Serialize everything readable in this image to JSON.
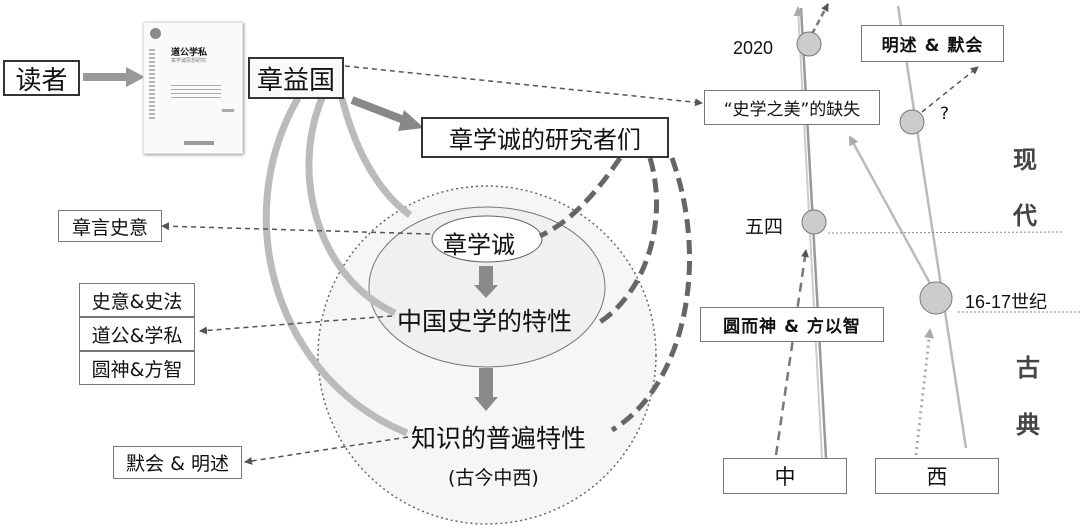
{
  "reader": "读者",
  "book": {
    "title": "道公学私",
    "subtitle": "章学诚思想研究"
  },
  "author": "章益国",
  "researchers": "章学诚的研究者们",
  "loss": "“史学之美”的缺失",
  "circle": {
    "inner_title": "章学诚",
    "mid_title": "中国史学的特性",
    "outer_title": "知识的普遍特性",
    "outer_sub": "(古今中西)"
  },
  "left_notes": {
    "zhangyan": "章言史意",
    "pairs": [
      "史意&史法",
      "道公&学私",
      "圆神&方智"
    ],
    "tacit": "默会 & 明述"
  },
  "timeline": {
    "year_2020": "2020",
    "wusi": "五四",
    "century": "16-17世纪",
    "question": "?",
    "east": "中",
    "west": "西",
    "east_note": "圆而神 & 方以智",
    "west_note": "明述 & 默会",
    "modern": [
      "现",
      "代"
    ],
    "ancient": [
      "古",
      "典"
    ]
  }
}
